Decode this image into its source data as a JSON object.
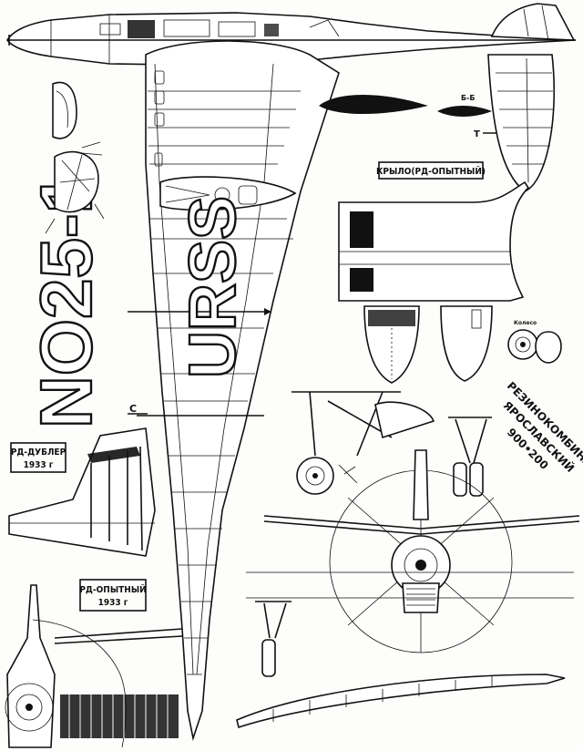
{
  "registration": "NO25-1",
  "wing_marking": "URSS",
  "labels": {
    "wing_section": "КРЫЛО(РД-ОПЫТНЫЙ)",
    "backup_name": "РД-ДУБЛЕР",
    "backup_year": "1933 г",
    "prototype_name": "РД-ОПЫТНЫЙ",
    "prototype_year": "1933 г",
    "section_t": "Т",
    "section_c": "С",
    "section_mark": "Б-Б",
    "wheel_caption": "Колесо"
  },
  "stamp": {
    "line1": "РЕЗИНОКОМБИНАТ",
    "line2": "ЯРОСЛАВСКИЙ",
    "line3": "900•200"
  },
  "colors": {
    "ink": "#111111",
    "paper": "#fdfdfb"
  }
}
